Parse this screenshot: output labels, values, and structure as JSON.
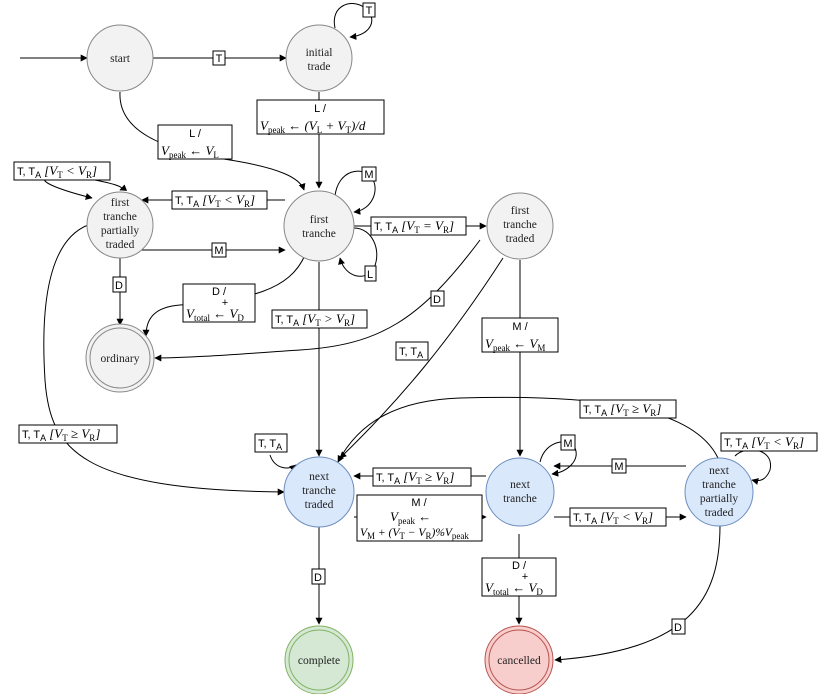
{
  "states": {
    "start": "start",
    "initial_trade": [
      "initial",
      "trade"
    ],
    "first_tranche": [
      "first",
      "tranche"
    ],
    "first_partial": [
      "first",
      "tranche",
      "partially",
      "traded"
    ],
    "first_traded": [
      "first",
      "tranche",
      "traded"
    ],
    "ordinary": "ordinary",
    "next_traded": [
      "next",
      "tranche",
      "traded"
    ],
    "next_tranche": [
      "next",
      "tranche"
    ],
    "next_partial": [
      "next",
      "tranche",
      "partially",
      "traded"
    ],
    "complete": "complete",
    "cancelled": "cancelled"
  },
  "colors": {
    "grey": "#f2f2f2",
    "grey_stroke": "#888888",
    "blue": "#dae8fc",
    "blue_stroke": "#6c8ebf",
    "green": "#d5e8d4",
    "green_stroke": "#82b366",
    "red": "#f8cecc",
    "red_stroke": "#b85450"
  },
  "labels": {
    "T": "T",
    "M": "M",
    "L": "L",
    "D": "D",
    "L_slash": "L /",
    "M_slash": "M /",
    "D_slash": "D /",
    "T_TA": "T, T",
    "TA_sub": "A",
    "vpeak": "V",
    "peak_sub": "peak",
    "total_sub": "total",
    "arrow": "←",
    "plus": "+",
    "init_expr": "(V",
    "init_expr_L": "L",
    "init_expr_plus": " + V",
    "init_expr_T": "T",
    "init_expr_end": ")/d",
    "cond_lt": "[V",
    "cond_T": "T",
    "lt": " < V",
    "eq": " = V",
    "gt": " > V",
    "ge": " ≥ V",
    "R": "R",
    "close": "]",
    "V_L": "V",
    "sub_L": "L",
    "V_M": "V",
    "sub_M": "M",
    "V_D": "V",
    "sub_D": "D",
    "next_expr_1": "V",
    "next_expr_2": " + (V",
    "next_expr_3": " − V",
    "next_expr_4": ")%V"
  }
}
